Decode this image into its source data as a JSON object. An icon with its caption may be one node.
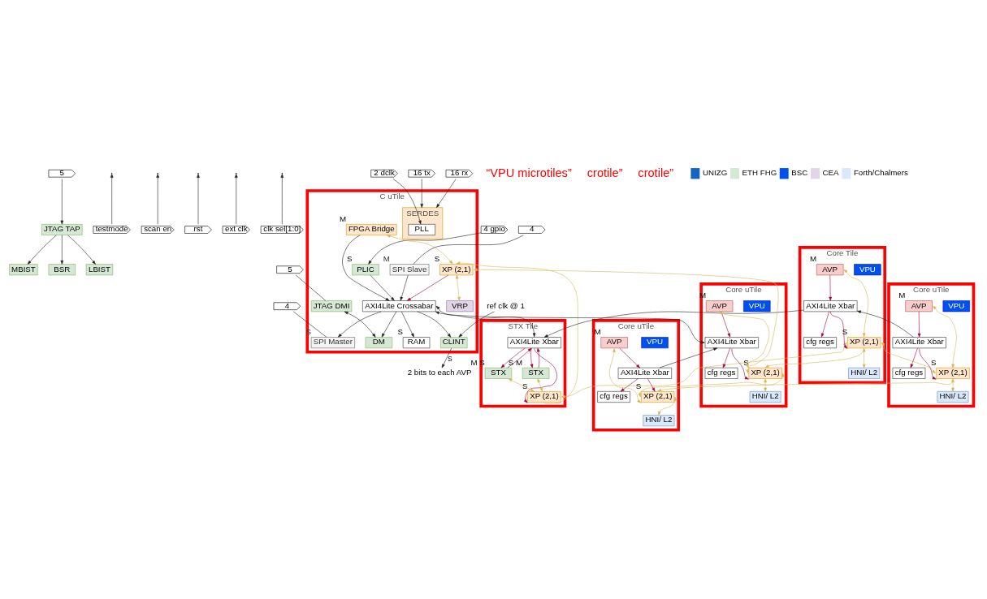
{
  "diagram": {
    "nodes": [
      {
        "text": [
          "5"
        ]
      },
      {
        "text": [
          "testmode"
        ]
      },
      {
        "text": [
          "scan en"
        ]
      },
      {
        "text": [
          "rst"
        ]
      },
      {
        "text": [
          "ext clk"
        ]
      },
      {
        "text": [
          "clk sel[1:0]"
        ]
      },
      {
        "text": [
          "2 dclk"
        ]
      },
      {
        "text": [
          "16 tx"
        ]
      },
      {
        "text": [
          "16 rx"
        ]
      },
      {
        "text": [
          "4 gpio"
        ]
      },
      {
        "text": [
          "5"
        ]
      },
      {
        "text": [
          "4"
        ]
      },
      {
        "text": [
          "4"
        ]
      },
      {
        "text": [
          "JTAG TAP"
        ]
      },
      {
        "text": [
          "LBIST"
        ]
      },
      {
        "text": [
          "MBIST"
        ]
      },
      {
        "text": [
          "BSR"
        ]
      },
      {
        "text": [
          "STX Tile"
        ]
      },
      {
        "text": [
          "AXI4Lite Xbar"
        ],
        "in": 17
      },
      {
        "text": [
          "STX"
        ],
        "in": 17,
        "beside": [
          "S",
          "M"
        ]
      },
      {
        "text": [
          "STX"
        ],
        "in": 17,
        "beside": [
          "M",
          "S"
        ]
      },
      {
        "text": [
          "XP (2,1)"
        ],
        "in": 17,
        "beside": [
          "S"
        ]
      },
      {
        "text": [
          "Core Tile"
        ]
      },
      {
        "text": [
          "AXI4Lite Xbar"
        ],
        "in": 22
      },
      {
        "text": [
          "VPU"
        ],
        "in": 22
      },
      {
        "text": [
          "AVP"
        ],
        "in": 22,
        "beside": [
          "M"
        ]
      },
      {
        "text": [
          "cfg regs"
        ],
        "in": 22
      },
      {
        "text": [
          "HNI/ L2"
        ],
        "in": 22
      },
      {
        "text": [
          "XP (2,1)"
        ],
        "in": 22,
        "beside": [
          "S"
        ]
      },
      {
        "text": [
          "Core uTile"
        ]
      },
      {
        "text": [
          "AXI4Lite Xbar"
        ],
        "in": 29
      },
      {
        "text": [
          "VPU"
        ],
        "in": 29
      },
      {
        "text": [
          "AVP"
        ],
        "in": 29,
        "beside": [
          "M"
        ]
      },
      {
        "text": [
          "cfg regs"
        ],
        "in": 29
      },
      {
        "text": [
          "HNI/ L2"
        ],
        "in": 29
      },
      {
        "text": [
          "XP (2,1)"
        ],
        "in": 29,
        "beside": [
          "S"
        ]
      },
      {
        "text": [
          "C uTile"
        ]
      },
      {
        "text": [
          "SERDES"
        ],
        "in": 36
      },
      {
        "text": [
          "PLL"
        ],
        "in": 37
      },
      {
        "text": [
          "FPGA Bridge"
        ],
        "in": 36,
        "beside": [
          "M"
        ]
      },
      {
        "text": [
          "VRP"
        ],
        "in": 36
      },
      {
        "text": [
          "XP (2,1)"
        ],
        "in": 36,
        "beside": [
          "S"
        ]
      },
      {
        "text": [
          "PLIC"
        ],
        "in": 36,
        "beside": [
          "S"
        ]
      },
      {
        "text": [
          "JTAG DMI"
        ],
        "in": 36
      },
      {
        "text": [
          "DM"
        ],
        "in": 36
      },
      {
        "text": [
          "AXI4Lite Crossabar"
        ],
        "in": 36
      },
      {
        "text": [
          "SPI Slave"
        ],
        "in": 36,
        "beside": [
          "M"
        ]
      },
      {
        "text": [
          "SPI Master"
        ],
        "in": 36,
        "beside": [
          "S"
        ]
      },
      {
        "text": [
          "RAM"
        ],
        "in": 36,
        "beside": [
          "S"
        ]
      },
      {
        "text": [
          "CLINT"
        ],
        "in": 36
      },
      {
        "text": [
          "Core uTile"
        ]
      },
      {
        "text": [
          "AXI4Lite Xbar"
        ],
        "in": 50
      },
      {
        "text": [
          "VPU"
        ],
        "in": 50
      },
      {
        "text": [
          "AVP"
        ],
        "in": 50,
        "beside": [
          "M"
        ]
      },
      {
        "text": [
          "cfg regs"
        ],
        "in": 50
      },
      {
        "text": [
          "HNI/ L2"
        ],
        "in": 50
      },
      {
        "text": [
          "XP (2,1)"
        ],
        "in": 50,
        "beside": [
          "S"
        ]
      },
      {
        "text": [
          "Core uTile"
        ]
      },
      {
        "text": [
          "AXI4Lite Xbar"
        ],
        "in": 57
      },
      {
        "text": [
          "VPU"
        ],
        "in": 57
      },
      {
        "text": [
          "AVP"
        ],
        "in": 57,
        "beside": [
          "M"
        ]
      },
      {
        "text": [
          "cfg regs"
        ],
        "in": 57
      },
      {
        "text": [
          "HNI/ L2"
        ],
        "in": 57
      },
      {
        "text": [
          "XP (2,1)"
        ],
        "in": 57,
        "beside": [
          "S"
        ]
      },
      {
        "text": [
          "ref clk @ 1"
        ]
      },
      {
        "text": [
          "2 bits to each AVP"
        ]
      }
    ],
    "edges": [
      {
        "from": 0,
        "to": 13,
        "arrow": "to"
      },
      {
        "from": 1,
        "to": null,
        "arrow": "to"
      },
      {
        "from": 2,
        "to": null,
        "arrow": "to"
      },
      {
        "from": 3,
        "to": null,
        "arrow": "to"
      },
      {
        "from": 4,
        "to": null,
        "arrow": "to"
      },
      {
        "from": 5,
        "to": null,
        "arrow": "to"
      },
      {
        "from": 13,
        "to": 14,
        "arrow": "to"
      },
      {
        "from": 13,
        "to": 15,
        "arrow": "to"
      },
      {
        "from": 13,
        "to": 16,
        "arrow": "to"
      },
      {
        "from": 18,
        "to": 19,
        "arrow": "to",
        "color": "#a50040"
      },
      {
        "from": 19,
        "to": 18,
        "arrow": "to",
        "color": "#a50040"
      },
      {
        "from": 20,
        "to": 18,
        "arrow": "to",
        "color": "#a50040"
      },
      {
        "from": 18,
        "to": 20,
        "arrow": "to",
        "color": "#a50040"
      },
      {
        "from": 18,
        "to": 21,
        "arrow": "to",
        "color": "#a50040"
      },
      {
        "from": 19,
        "to": 21,
        "arrow": "both",
        "color": "#d6b656"
      },
      {
        "from": 20,
        "to": 21,
        "arrow": "both",
        "color": "#d6b656"
      },
      {
        "from": 23,
        "to": 18,
        "arrow": "to"
      },
      {
        "from": 45,
        "to": 18,
        "arrow": "both"
      },
      {
        "from": 23,
        "to": 26,
        "arrow": "to",
        "color": "#a50040"
      },
      {
        "from": 25,
        "to": 23,
        "arrow": "to",
        "color": "#a50040"
      },
      {
        "from": 23,
        "to": 28,
        "arrow": "to",
        "color": "#a50040"
      },
      {
        "from": 25,
        "to": 28,
        "arrow": "both",
        "color": "#d6b656"
      },
      {
        "from": 28,
        "to": 27,
        "arrow": "both",
        "color": "#d6b656"
      },
      {
        "from": 30,
        "to": 23,
        "arrow": "to"
      },
      {
        "from": 30,
        "to": 33,
        "arrow": "to",
        "color": "#a50040"
      },
      {
        "from": 32,
        "to": 30,
        "arrow": "to",
        "color": "#a50040"
      },
      {
        "from": 30,
        "to": 35,
        "arrow": "to",
        "color": "#a50040"
      },
      {
        "from": 32,
        "to": 35,
        "arrow": "both",
        "color": "#d6b656"
      },
      {
        "from": 35,
        "to": 34,
        "arrow": "both",
        "color": "#d6b656"
      },
      {
        "from": 21,
        "to": 28,
        "arrow": "both",
        "color": "#d6b656"
      },
      {
        "from": 28,
        "to": 35,
        "arrow": "both",
        "color": "#d6b656"
      },
      {
        "from": 21,
        "to": 41,
        "arrow": "to",
        "color": "#d6b656"
      },
      {
        "from": 28,
        "to": 56,
        "arrow": "to",
        "color": "#d6b656"
      },
      {
        "from": 35,
        "to": 63,
        "arrow": "to",
        "color": "#d6b656"
      },
      {
        "from": 6,
        "to": 38,
        "arrow": "to"
      },
      {
        "from": 7,
        "to": 37,
        "arrow": "to"
      },
      {
        "from": 8,
        "to": 37,
        "arrow": "to"
      },
      {
        "from": 39,
        "to": 41,
        "arrow": "both",
        "color": "#d6b656"
      },
      {
        "from": 41,
        "to": 40,
        "arrow": "both",
        "color": "#d6b656"
      },
      {
        "from": 39,
        "to": 45,
        "arrow": "to"
      },
      {
        "from": 41,
        "to": 45,
        "arrow": "to",
        "color": "#a50040"
      },
      {
        "from": 9,
        "to": 42,
        "arrow": "to"
      },
      {
        "from": 42,
        "to": 45,
        "arrow": "to"
      },
      {
        "from": 45,
        "to": 44,
        "arrow": "to"
      },
      {
        "from": 43,
        "to": 44,
        "arrow": "both"
      },
      {
        "from": 10,
        "to": 43,
        "arrow": "none"
      },
      {
        "from": 11,
        "to": 46,
        "arrow": "none"
      },
      {
        "from": 12,
        "to": 47,
        "arrow": "none"
      },
      {
        "from": 46,
        "to": 45,
        "arrow": "to"
      },
      {
        "from": 45,
        "to": 47,
        "arrow": "to"
      },
      {
        "from": 45,
        "to": 48,
        "arrow": "to"
      },
      {
        "from": 45,
        "to": 49,
        "arrow": "to"
      },
      {
        "from": 64,
        "to": 49,
        "arrow": "to"
      },
      {
        "from": 49,
        "to": 65,
        "arrow": "to",
        "label": "S"
      },
      {
        "from": 45,
        "to": 51,
        "arrow": "both"
      },
      {
        "from": 41,
        "to": 56,
        "arrow": "both",
        "color": "#d6b656"
      },
      {
        "from": 56,
        "to": 63,
        "arrow": "both",
        "color": "#d6b656"
      },
      {
        "from": 51,
        "to": 54,
        "arrow": "to",
        "color": "#a50040"
      },
      {
        "from": 53,
        "to": 51,
        "arrow": "to",
        "color": "#a50040"
      },
      {
        "from": 51,
        "to": 56,
        "arrow": "to",
        "color": "#a50040"
      },
      {
        "from": 53,
        "to": 56,
        "arrow": "both",
        "color": "#d6b656"
      },
      {
        "from": 56,
        "to": 55,
        "arrow": "both",
        "color": "#d6b656"
      },
      {
        "from": 58,
        "to": 51,
        "arrow": "to"
      },
      {
        "from": 58,
        "to": 61,
        "arrow": "to",
        "color": "#a50040"
      },
      {
        "from": 60,
        "to": 58,
        "arrow": "to",
        "color": "#a50040"
      },
      {
        "from": 58,
        "to": 63,
        "arrow": "to",
        "color": "#a50040"
      },
      {
        "from": 60,
        "to": 63,
        "arrow": "both",
        "color": "#d6b656"
      },
      {
        "from": 63,
        "to": 62,
        "arrow": "both",
        "color": "#d6b656"
      }
    ],
    "labels": [
      "“VPU microtiles”",
      "crotile”",
      "crotile”"
    ],
    "legend": [
      {
        "text": "UNIZG",
        "color": "#1565c0"
      },
      {
        "text": "ETH FHG",
        "color": "#d5e8d4"
      },
      {
        "text": "BSC",
        "color": "#0050ef"
      },
      {
        "text": "CEA",
        "color": "#e1d5e7"
      },
      {
        "text": "Forth/Chalmers",
        "color": "#dae8fc"
      }
    ]
  }
}
